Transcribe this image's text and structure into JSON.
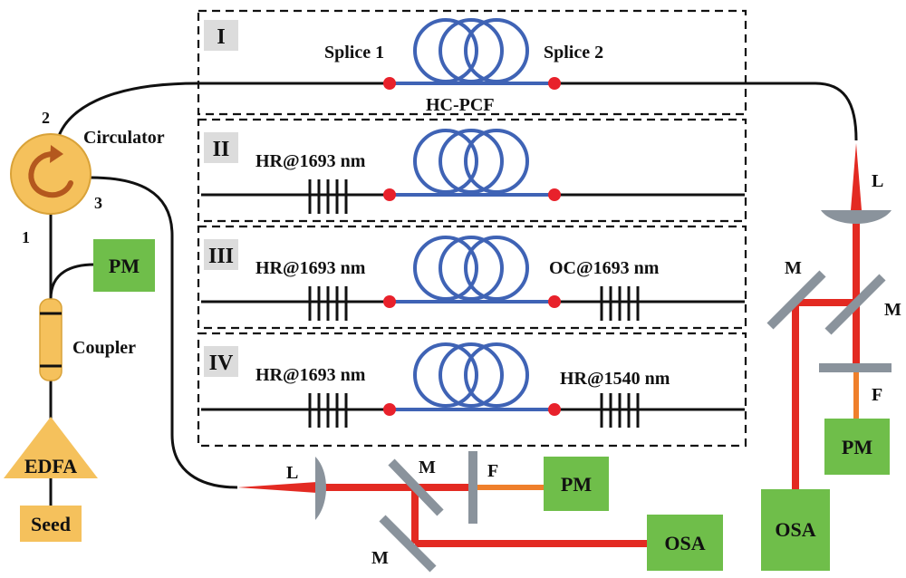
{
  "colors": {
    "fiber": "#111111",
    "hcpcf": "#3f63b5",
    "splice": "#e8212b",
    "beam": "#e32a22",
    "filtered_beam": "#ef7f2b",
    "instrument_box": "#6fbe4a",
    "amplifier": "#f5c15c",
    "mirror": "#8a939c",
    "panel_tag": "#dcdcdc"
  },
  "panels": [
    {
      "tag": "I",
      "left_label": "Splice 1",
      "right_label": "Splice 2",
      "fiber_label": "HC-PCF"
    },
    {
      "tag": "II",
      "left_label": "HR@1693 nm",
      "right_label": ""
    },
    {
      "tag": "III",
      "left_label": "HR@1693 nm",
      "right_label": "OC@1693 nm"
    },
    {
      "tag": "IV",
      "left_label": "HR@1693 nm",
      "right_label": "HR@1540 nm"
    }
  ],
  "circulator": {
    "label": "Circulator",
    "ports": [
      "1",
      "2",
      "3"
    ]
  },
  "coupler": {
    "label": "Coupler"
  },
  "edfa": {
    "label": "EDFA"
  },
  "seed": {
    "label": "Seed"
  },
  "pm_left": {
    "label": "PM"
  },
  "bottom_path": {
    "lens": "L",
    "mirror1": "M",
    "mirror2": "M",
    "filter": "F",
    "pm": "PM",
    "osa": "OSA"
  },
  "right_path": {
    "lens": "L",
    "mirror_left": "M",
    "mirror_right": "M",
    "filter": "F",
    "pm": "PM",
    "osa": "OSA"
  }
}
